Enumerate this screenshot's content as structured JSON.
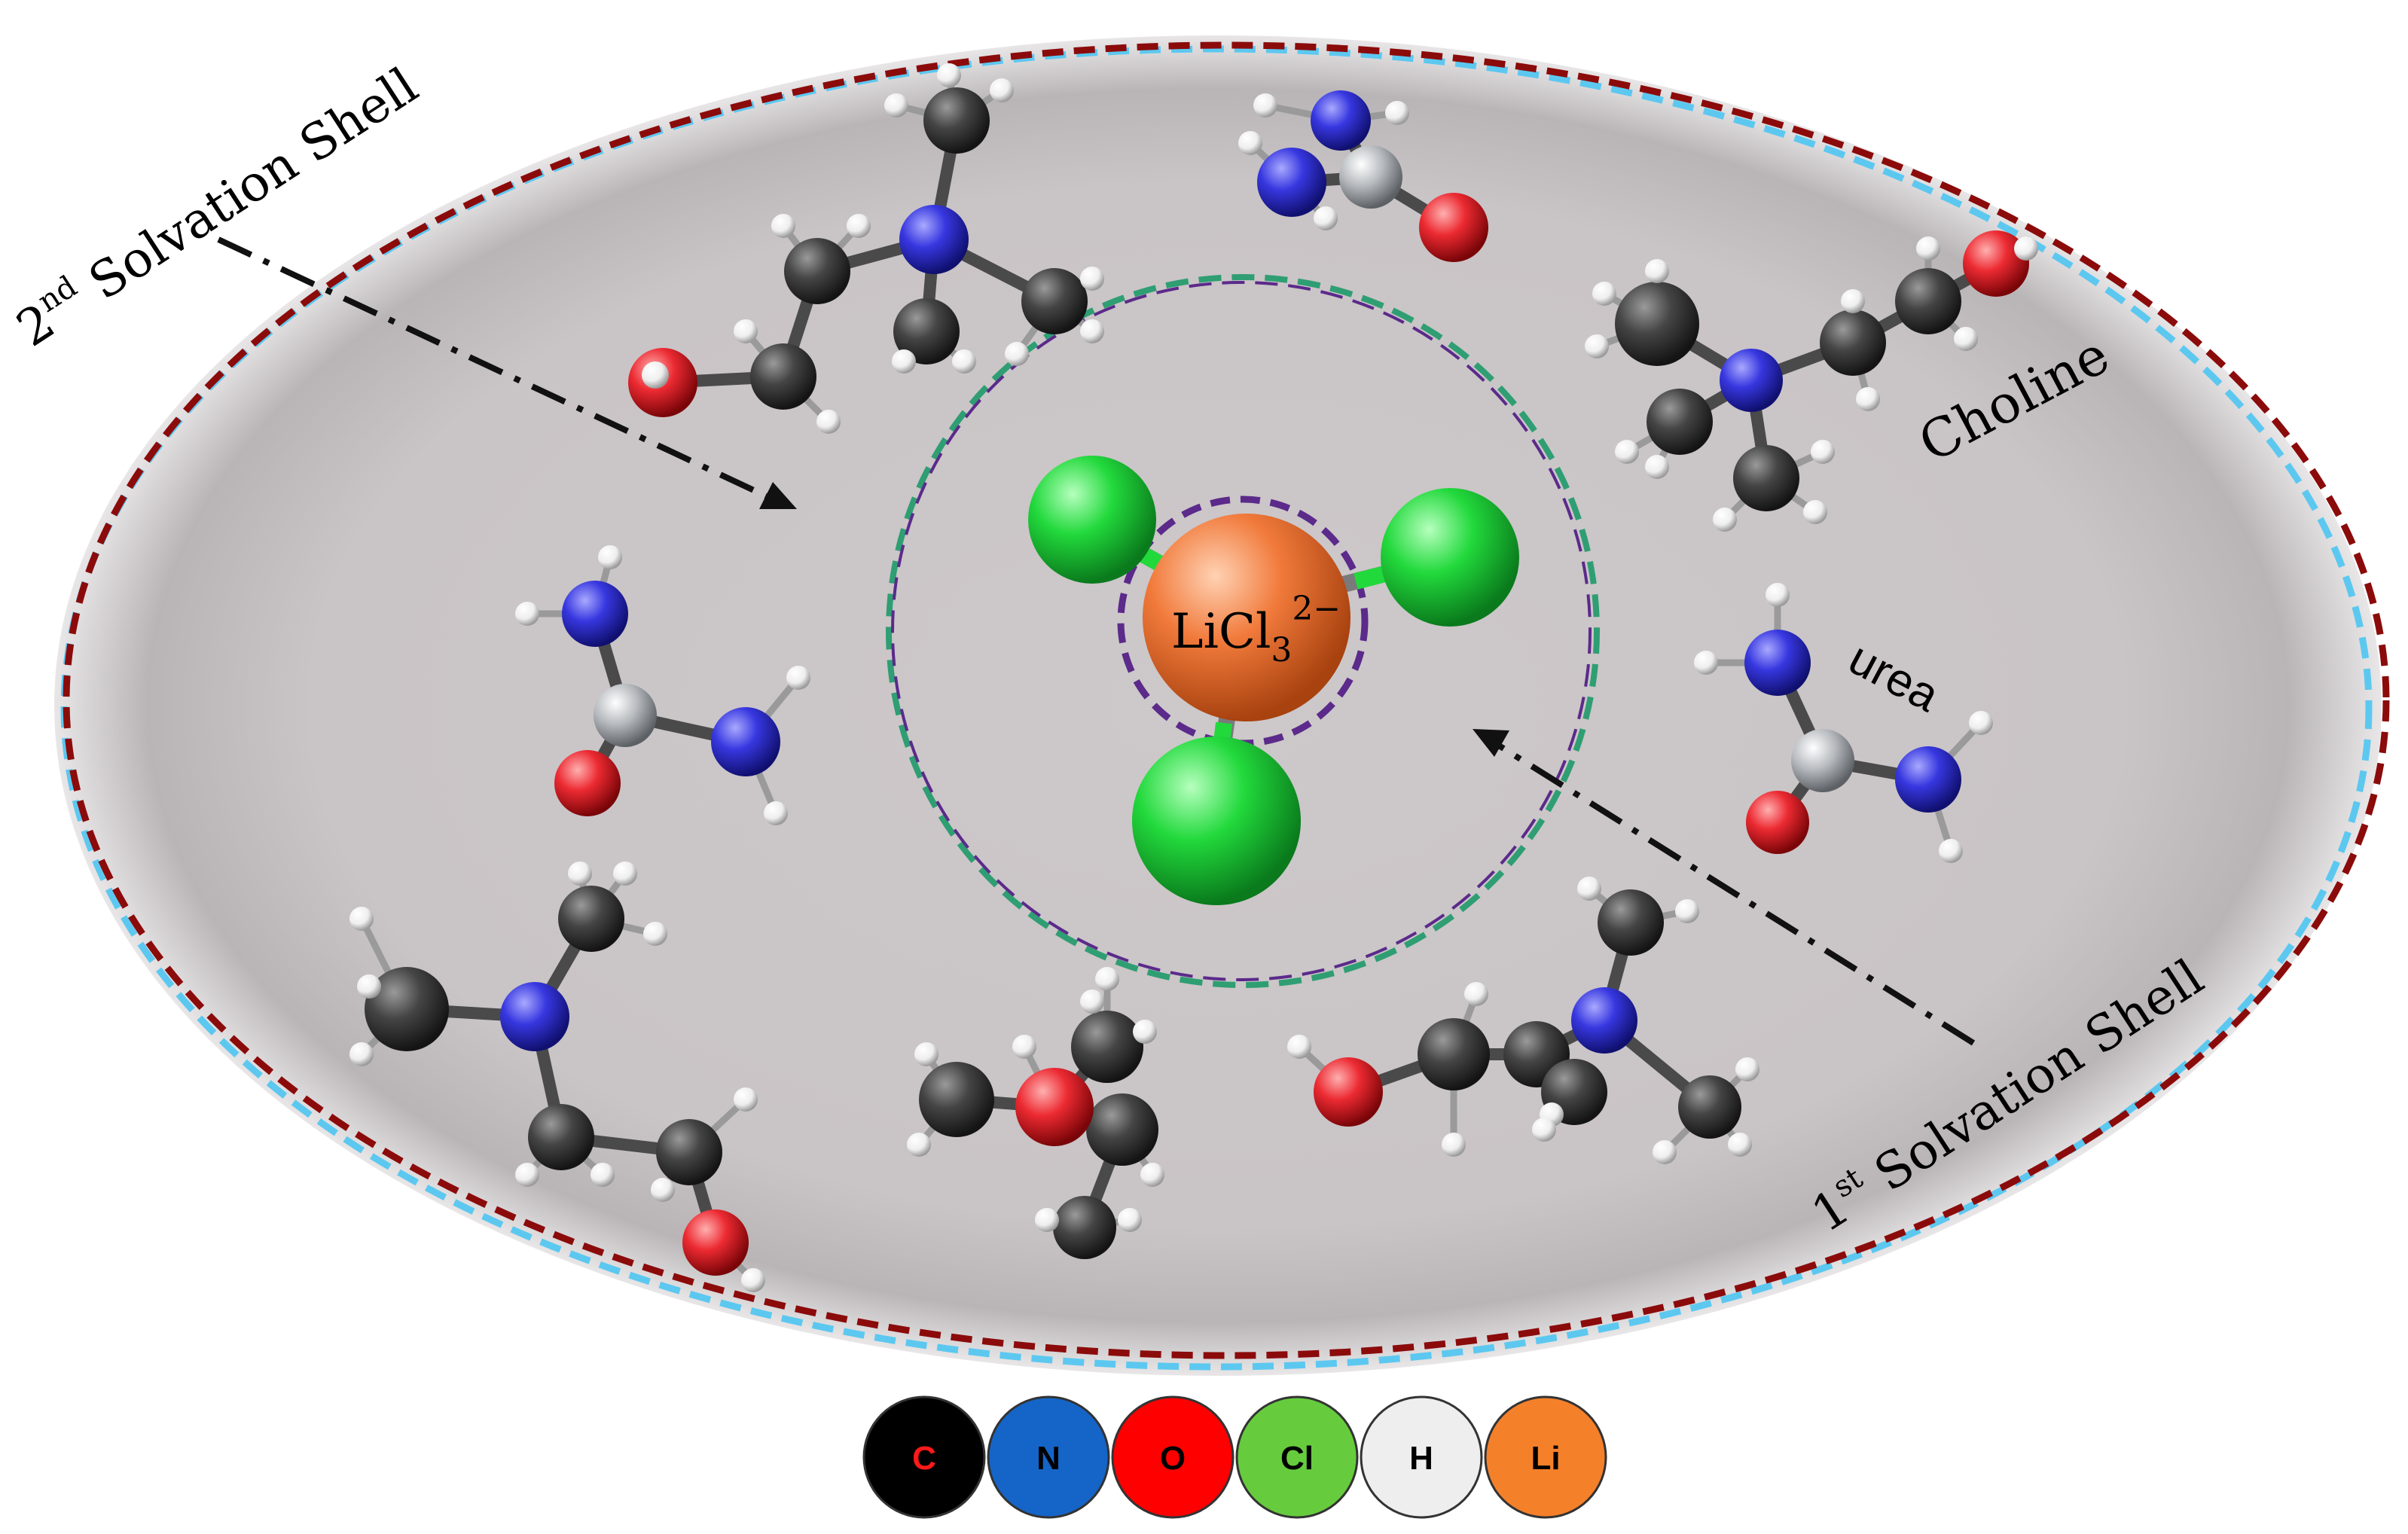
{
  "labels": {
    "second_shell_prefix": "2",
    "second_shell_sup": "nd",
    "second_shell_text": " Solvation Shell",
    "first_shell_prefix": "1",
    "first_shell_sup": "st",
    "first_shell_text": " Solvation Shell",
    "choline": "Choline",
    "urea": "urea",
    "center_main": "LiCl",
    "center_sub": "3",
    "center_sup": "2−"
  },
  "legend": [
    {
      "symbol": "C",
      "fill": "#000000",
      "text_color": "#ff1a1a"
    },
    {
      "symbol": "N",
      "fill": "#1565c8",
      "text_color": "#000000"
    },
    {
      "symbol": "O",
      "fill": "#ff0000",
      "text_color": "#000000"
    },
    {
      "symbol": "Cl",
      "fill": "#66cc3d",
      "text_color": "#000000"
    },
    {
      "symbol": "H",
      "fill": "#eeeeee",
      "text_color": "#000000"
    },
    {
      "symbol": "Li",
      "fill": "#f5802a",
      "text_color": "#000000"
    }
  ],
  "colors": {
    "carbon": "#3a3a3a",
    "nitrogen": "#2b2bd8",
    "oxygen": "#e8212a",
    "chlorine": "#1fd63a",
    "hydrogen": "#f4f4f4",
    "lithium": "#f07a3a",
    "urea_carbon": "#b8bcc0",
    "outer_ring_red": "#8b0b0b",
    "outer_ring_blue": "#5cc8f0",
    "inner_ring_green": "#2f9e73",
    "inner_ring_purple": "#5b2a8a",
    "background_gray": "#cbc6c8"
  }
}
